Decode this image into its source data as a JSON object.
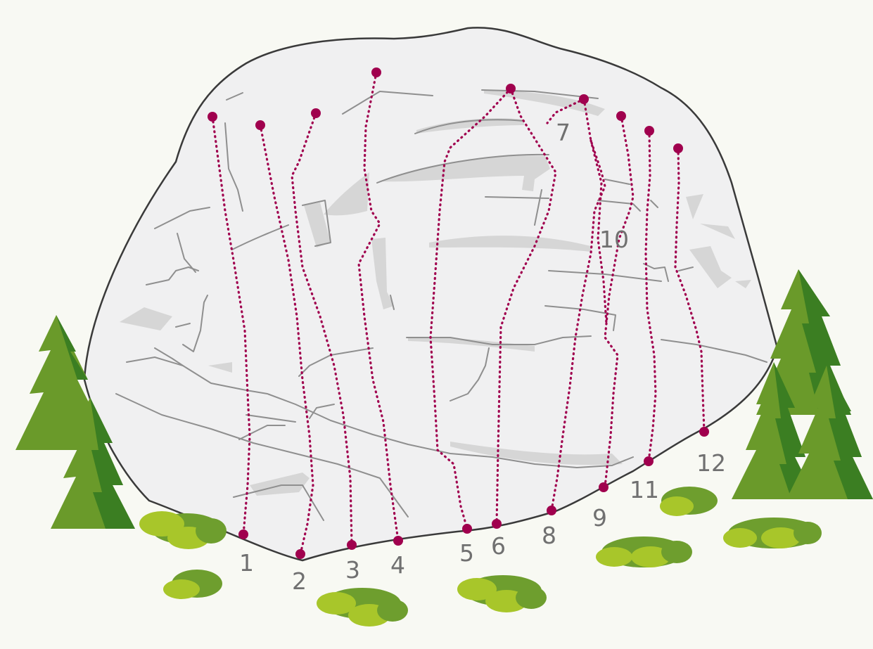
{
  "colors": {
    "background": "#f8f9f3",
    "boulder_fill": "#f0f0f1",
    "boulder_outline": "#3a3a3a",
    "crack": "#8f8f8f",
    "shadow": "#d6d6d6",
    "route": "#a0004e",
    "label": "#707070",
    "tree_light": "#6a9a2a",
    "tree_dark": "#3b7e22",
    "bush_light": "#a8c62a",
    "bush_dark": "#6e9e2e"
  },
  "routes": [
    {
      "label": "1"
    },
    {
      "label": "2"
    },
    {
      "label": "3"
    },
    {
      "label": "4"
    },
    {
      "label": "5"
    },
    {
      "label": "6"
    },
    {
      "label": "7"
    },
    {
      "label": "8"
    },
    {
      "label": "9"
    },
    {
      "label": "10"
    },
    {
      "label": "11"
    },
    {
      "label": "12"
    }
  ]
}
